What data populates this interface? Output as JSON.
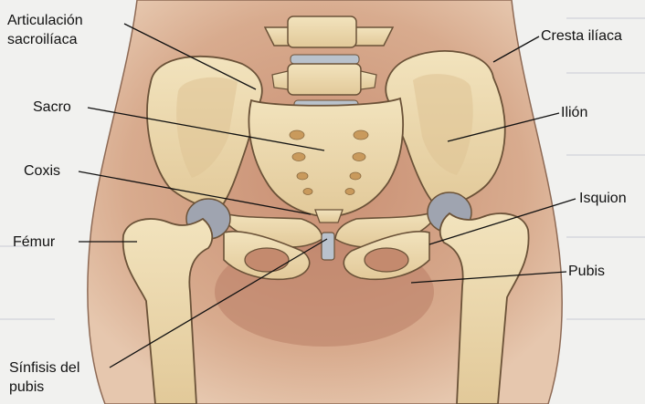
{
  "labels": {
    "articulacion_line1": "Articulación",
    "articulacion_line2": "sacroilíaca",
    "sacro": "Sacro",
    "coxis": "Coxis",
    "femur": "Fémur",
    "sinfisis_line1": "Sínfisis del",
    "sinfisis_line2": "pubis",
    "cresta": "Cresta ilíaca",
    "ilion": "Ilión",
    "isquion": "Isquion",
    "pubis": "Pubis"
  },
  "colors": {
    "background": "#d2a688",
    "bone": "#ecd9ad",
    "bone_shadow": "#cdb282",
    "outline": "#6b5238",
    "cartilage": "#9fa4b0",
    "disc": "#b9c2cc",
    "paper": "#f1f1ef",
    "leader": "#111111"
  }
}
